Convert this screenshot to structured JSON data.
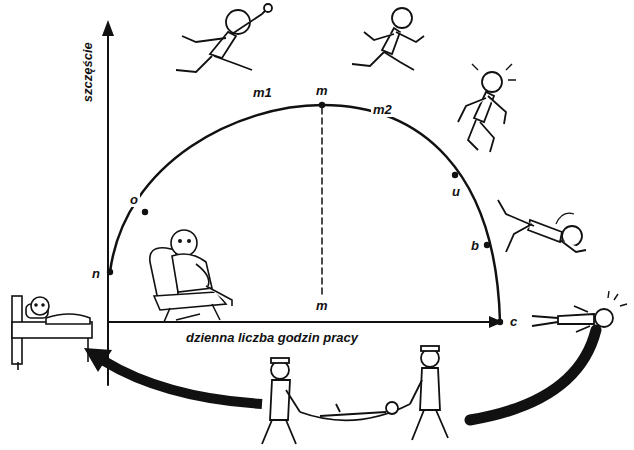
{
  "diagram": {
    "labels": [
      "szczęście",
      "o",
      "n",
      "m1",
      "m",
      "m2",
      "u",
      "b",
      "c",
      "m",
      "dzienna liczba godzin pracy"
    ]
  }
}
